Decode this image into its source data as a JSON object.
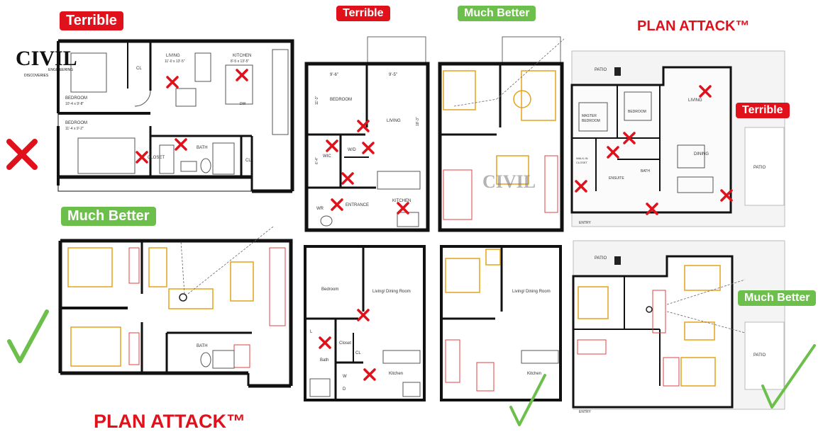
{
  "badges": {
    "p1_bad": "Terrible",
    "p1_good": "Much Better",
    "p2_bad": "Terrible",
    "p3_good": "Much Better",
    "p4_bad": "Terrible",
    "p4_good": "Much Better"
  },
  "brand": {
    "top_right": "PLAN ATTACK™",
    "bottom_left": "PLAN ATTACK™"
  },
  "logo": {
    "word": "CIVIL",
    "line1": "ENGINEERING",
    "line2": "DISCOVERIES"
  },
  "plan1_before": {
    "living": "LIVING",
    "living_dim": "11'-0 x 13'-5\"",
    "kitchen": "KITCHEN",
    "kitchen_dim": "8'-5 x 13'-5\"",
    "bedroom_a": "BEDROOM",
    "bedroom_a_dim": "10'-4 x 9'-8\"",
    "bedroom_b": "BEDROOM",
    "bedroom_b_dim": "11'-4 x 9'-2\"",
    "closet": "CLOSET",
    "bath": "BATH",
    "cl_a": "CL",
    "cl_b": "CL",
    "dw": "DW"
  },
  "plan1_after": {
    "bath": "BATH"
  },
  "plan2_before": {
    "dim_left": "9'-6\"",
    "dim_right": "9'-5\"",
    "dim_v1": "11'-3\"",
    "dim_v2": "6'-4\"",
    "dim_v3": "18'-3\"",
    "bedroom": "BEDROOM",
    "living": "LIVING",
    "wic": "WIC",
    "wd": "W/D",
    "wr": "WR",
    "entrance": "ENTRANCE",
    "kitchen": "KITCHEN"
  },
  "plan2_after": {
    "bedroom": "Bedroom",
    "living": "Living/ Dining Room",
    "closet": "Closet",
    "cl": "CL",
    "l": "L",
    "bath": "Bath",
    "w": "W",
    "d": "D",
    "kitchen": "Kitchen"
  },
  "plan3_after": {
    "living": "Living/ Dining Room",
    "kitchen": "Kitchen"
  },
  "plan4_before": {
    "patio_top": "PATIO",
    "patio_right": "PATIO",
    "master": "MASTER",
    "bedroom_word": "BEDROOM",
    "bedroom": "BEDROOM",
    "living": "LIVING",
    "dining": "DINING",
    "walkin": "WALK-IN",
    "closet": "CLOSET",
    "ensuite": "ENSUITE",
    "bath": "BATH",
    "entry": "ENTRY"
  },
  "plan4_after": {
    "patio_top": "PATIO",
    "patio_right": "PATIO",
    "entry": "ENTRY"
  }
}
